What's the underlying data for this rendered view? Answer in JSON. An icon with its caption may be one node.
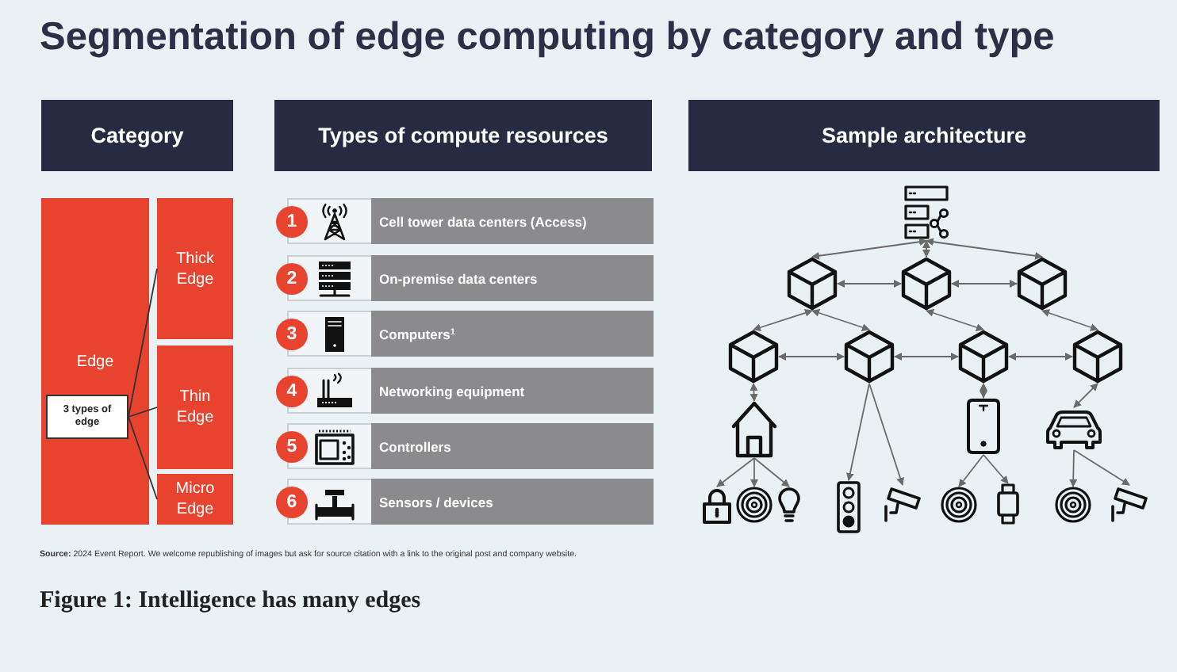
{
  "diagram": {
    "title": "Segmentation of edge computing by category and type",
    "caption": "Figure 1: Intelligence has many edges",
    "nodes": [
      {
        "text": [
          "Category"
        ]
      },
      {
        "text": [
          "Types of compute resources"
        ]
      },
      {
        "text": [
          "Sample architecture"
        ]
      },
      {
        "text": [
          "Edge"
        ]
      },
      {
        "text": [
          "3 types of edge"
        ],
        "in": 3
      },
      {
        "text": [
          "Thick Edge"
        ]
      },
      {
        "text": [
          "Thin Edge"
        ]
      },
      {
        "text": [
          "Micro Edge"
        ]
      },
      {
        "text": [
          "1"
        ]
      },
      {
        "text": [
          "Cell tower data centers (Access)"
        ]
      },
      {
        "text": [
          "2"
        ]
      },
      {
        "text": [
          "On-premise data centers"
        ]
      },
      {
        "text": [
          "3"
        ]
      },
      {
        "text": [
          "Computers$^{1}$"
        ]
      },
      {
        "text": [
          "4"
        ]
      },
      {
        "text": [
          "Networking equipment"
        ]
      },
      {
        "text": [
          "5"
        ]
      },
      {
        "text": [
          "Controllers"
        ]
      },
      {
        "text": [
          "6"
        ]
      },
      {
        "text": [
          "Sensors / devices"
        ]
      },
      {
        "text": [],
        "shape": "server"
      },
      {
        "text": [],
        "shape": "cube"
      },
      {
        "text": [],
        "shape": "cube"
      },
      {
        "text": [],
        "shape": "cube"
      },
      {
        "text": [],
        "shape": "cube"
      },
      {
        "text": [],
        "shape": "cube"
      },
      {
        "text": [],
        "shape": "cube"
      },
      {
        "text": [],
        "shape": "cube"
      },
      {
        "text": [],
        "shape": "house"
      },
      {
        "text": [],
        "shape": "phone"
      },
      {
        "text": [],
        "shape": "car"
      },
      {
        "text": [],
        "shape": "lock"
      },
      {
        "text": [],
        "shape": "target"
      },
      {
        "text": [],
        "shape": "bulb"
      },
      {
        "text": [],
        "shape": "traffic-light"
      },
      {
        "text": [],
        "shape": "camera"
      },
      {
        "text": [],
        "shape": "target"
      },
      {
        "text": [],
        "shape": "watch"
      },
      {
        "text": [],
        "shape": "target"
      },
      {
        "text": [],
        "shape": "camera"
      }
    ],
    "edges": [
      {
        "from": 4,
        "to": 5,
        "arrow": "none",
        "color": "#333333"
      },
      {
        "from": 4,
        "to": 6,
        "arrow": "none",
        "color": "#333333"
      },
      {
        "from": 4,
        "to": 7,
        "arrow": "none",
        "color": "#333333"
      },
      {
        "from": 20,
        "to": 21,
        "arrow": "both"
      },
      {
        "from": 20,
        "to": 22,
        "arrow": "both"
      },
      {
        "from": 20,
        "to": 23,
        "arrow": "both"
      },
      {
        "from": 21,
        "to": 22,
        "arrow": "both"
      },
      {
        "from": 22,
        "to": 23,
        "arrow": "both"
      },
      {
        "from": 21,
        "to": 24,
        "arrow": "both"
      },
      {
        "from": 21,
        "to": 25,
        "arrow": "both"
      },
      {
        "from": 22,
        "to": 26,
        "arrow": "both"
      },
      {
        "from": 23,
        "to": 27,
        "arrow": "both"
      },
      {
        "from": 24,
        "to": 25,
        "arrow": "both"
      },
      {
        "from": 25,
        "to": 26,
        "arrow": "both"
      },
      {
        "from": 26,
        "to": 27,
        "arrow": "both"
      },
      {
        "from": 24,
        "to": 28,
        "arrow": "both"
      },
      {
        "from": 25,
        "to": 34,
        "arrow": "to"
      },
      {
        "from": 25,
        "to": 35,
        "arrow": "to"
      },
      {
        "from": 26,
        "to": 29,
        "arrow": "both"
      },
      {
        "from": 27,
        "to": 30,
        "arrow": "both"
      },
      {
        "from": 28,
        "to": 31,
        "arrow": "to"
      },
      {
        "from": 28,
        "to": 32,
        "arrow": "to"
      },
      {
        "from": 28,
        "to": 33,
        "arrow": "to"
      },
      {
        "from": 29,
        "to": 36,
        "arrow": "to"
      },
      {
        "from": 29,
        "to": 37,
        "arrow": "to"
      },
      {
        "from": 30,
        "to": 38,
        "arrow": "to"
      },
      {
        "from": 30,
        "to": 39,
        "arrow": "to"
      }
    ],
    "labels": [
      "**Source:** 2024 Event Report. We welcome republishing of images but ask for source citation with a link to the original post and company website."
    ]
  }
}
